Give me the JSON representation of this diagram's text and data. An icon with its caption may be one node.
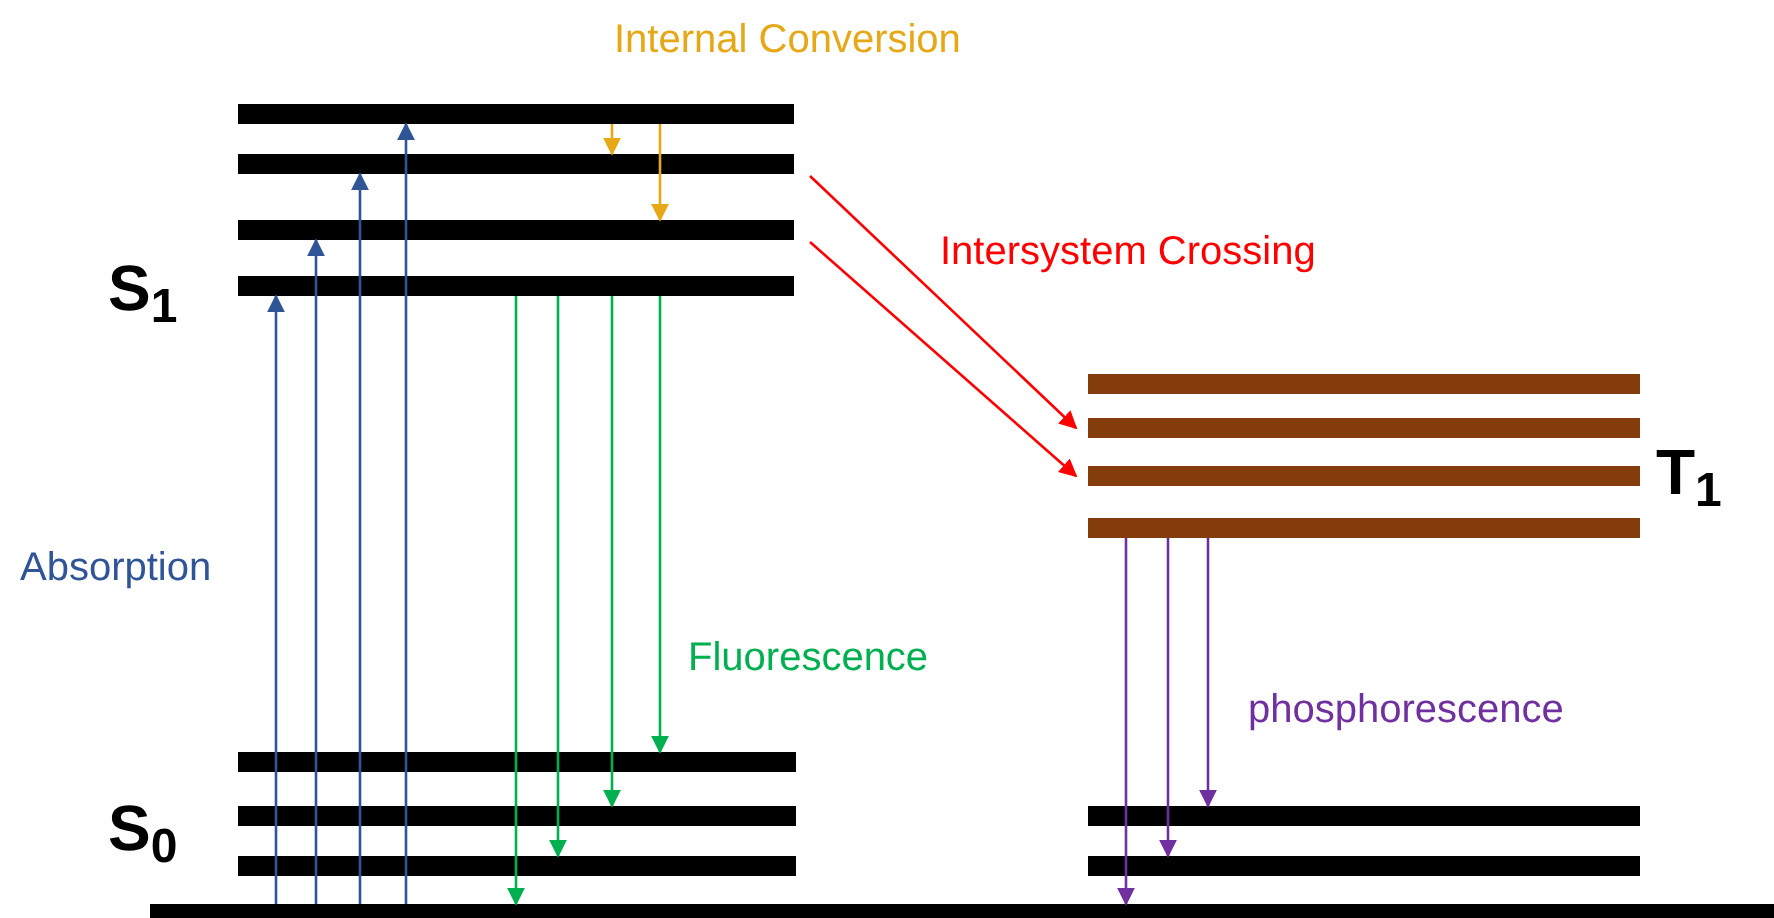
{
  "diagram": {
    "nodes": [
      {
        "text": [],
        "shape": "bar"
      },
      {
        "text": [],
        "shape": "bar"
      },
      {
        "text": [],
        "shape": "bar"
      },
      {
        "text": [],
        "shape": "bar"
      },
      {
        "text": [],
        "shape": "bar"
      },
      {
        "text": [],
        "shape": "bar"
      },
      {
        "text": [],
        "shape": "bar"
      },
      {
        "text": [],
        "shape": "bar"
      },
      {
        "text": [],
        "shape": "bar"
      },
      {
        "text": [],
        "shape": "bar"
      },
      {
        "text": [],
        "shape": "bar"
      },
      {
        "text": [],
        "shape": "bar"
      },
      {
        "text": [],
        "shape": "bar"
      },
      {
        "text": [],
        "shape": "bar"
      }
    ],
    "edges": [
      {
        "from": 13,
        "to": 3,
        "arrow": "to",
        "color": "#2f5597"
      },
      {
        "from": 13,
        "to": 2,
        "arrow": "to",
        "color": "#2f5597"
      },
      {
        "from": 13,
        "to": 1,
        "arrow": "to",
        "color": "#2f5597"
      },
      {
        "from": 13,
        "to": 0,
        "arrow": "to",
        "color": "#2f5597"
      },
      {
        "from": 0,
        "to": 1,
        "arrow": "to",
        "color": "#e6a817"
      },
      {
        "from": 0,
        "to": 2,
        "arrow": "to",
        "color": "#e6a817"
      },
      {
        "from": 1,
        "to": 5,
        "arrow": "to",
        "color": "#ff0000"
      },
      {
        "from": 2,
        "to": 6,
        "arrow": "to",
        "color": "#ff0000"
      },
      {
        "from": 3,
        "to": 13,
        "arrow": "to",
        "color": "#00b050"
      },
      {
        "from": 3,
        "to": 10,
        "arrow": "to",
        "color": "#00b050"
      },
      {
        "from": 3,
        "to": 9,
        "arrow": "to",
        "color": "#00b050"
      },
      {
        "from": 3,
        "to": 8,
        "arrow": "to",
        "color": "#00b050"
      },
      {
        "from": 7,
        "to": 13,
        "arrow": "to",
        "color": "#7030a0"
      },
      {
        "from": 7,
        "to": 12,
        "arrow": "to",
        "color": "#7030a0"
      },
      {
        "from": 7,
        "to": 11,
        "arrow": "to",
        "color": "#7030a0"
      }
    ],
    "labels": [
      "Internal Conversion",
      "Intersystem Crossing",
      "S$_{1}$",
      "T$_{1}$",
      "Absorption",
      "Fluorescence",
      "phosphorescence",
      "S$_{0}$"
    ]
  }
}
